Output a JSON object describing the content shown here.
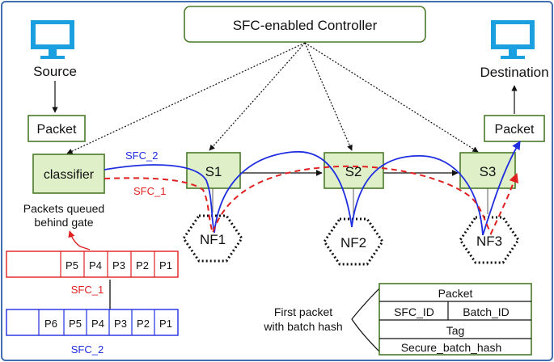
{
  "controller": {
    "label": "SFC-enabled Controller"
  },
  "source": {
    "label": "Source"
  },
  "destination": {
    "label": "Destination"
  },
  "packet_left": {
    "label": "Packet"
  },
  "packet_right": {
    "label": "Packet"
  },
  "classifier": {
    "label": "classifier"
  },
  "switches": [
    "S1",
    "S2",
    "S3"
  ],
  "nfs": [
    "NF1",
    "NF2",
    "NF3"
  ],
  "paths": {
    "sfc2": "SFC_2",
    "sfc1": "SFC_1"
  },
  "queue_note": {
    "line1": "Packets queued",
    "line2": "behind gate"
  },
  "queue1": {
    "cells": [
      "P5",
      "P4",
      "P3",
      "P2",
      "P1"
    ],
    "label": "SFC_1"
  },
  "queue2": {
    "cells": [
      "P6",
      "P5",
      "P4",
      "P3",
      "P2",
      "P1"
    ],
    "label": "SFC_2"
  },
  "first_packet": {
    "line1": "First packet",
    "line2": "with batch hash"
  },
  "header": {
    "packet": "Packet",
    "sfc_id": "SFC_ID",
    "batch_id": "Batch_ID",
    "tag": "Tag",
    "hash": "Secure_batch_hash"
  },
  "colors": {
    "node_fill": "#dff0c8",
    "node_border": "#4a7a2a",
    "sfc2": "#1f2ee0",
    "sfc1": "#e02020",
    "monitor": "#1aa0e0"
  }
}
